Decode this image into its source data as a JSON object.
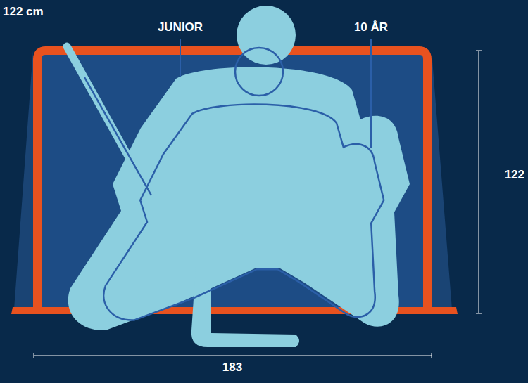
{
  "diagram": {
    "labels": [
      "122 cm",
      "JUNIOR",
      "10 ÅR",
      "122",
      "183"
    ]
  }
}
